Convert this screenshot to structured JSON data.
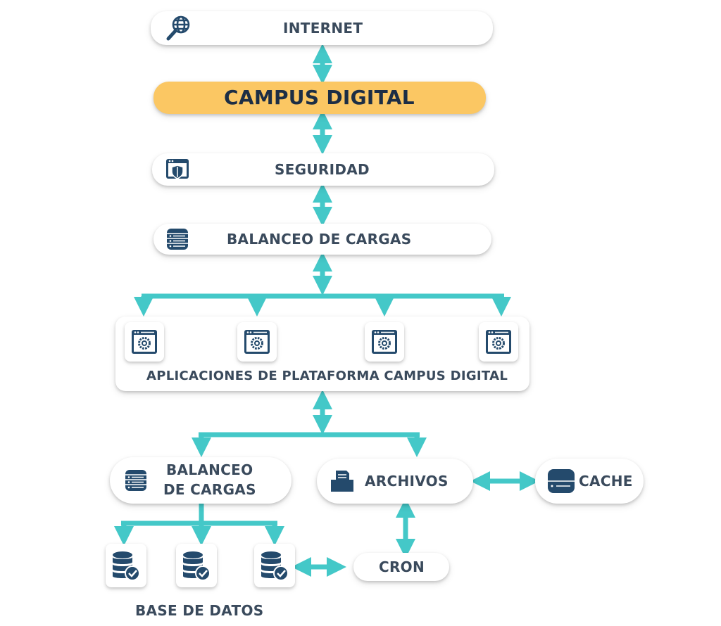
{
  "nodes": {
    "internet": "INTERNET",
    "campus_digital": "CAMPUS DIGITAL",
    "seguridad": "SEGURIDAD",
    "balanceo_top": "BALANCEO DE CARGAS",
    "aplicaciones": "APLICACIONES DE PLATAFORMA CAMPUS DIGITAL",
    "balanceo_db_line1": "BALANCEO",
    "balanceo_db_line2": "DE CARGAS",
    "archivos": "ARCHIVOS",
    "cache": "CACHE",
    "cron": "CRON",
    "base_de_datos": "BASE DE DATOS"
  },
  "icons": {
    "internet": "globe-search-icon",
    "seguridad": "browser-shield-icon",
    "balanceo_top": "server-stack-icon",
    "aplicaciones": "browser-gear-icon",
    "balanceo_db": "server-stack-icon",
    "archivos": "file-tray-icon",
    "cache": "server-icon",
    "base_de_datos": "database-check-icon"
  },
  "colors": {
    "arrow": "#44c8c8",
    "icon": "#244a6c",
    "highlight": "#fbc763",
    "text": "#3a4a5c"
  }
}
